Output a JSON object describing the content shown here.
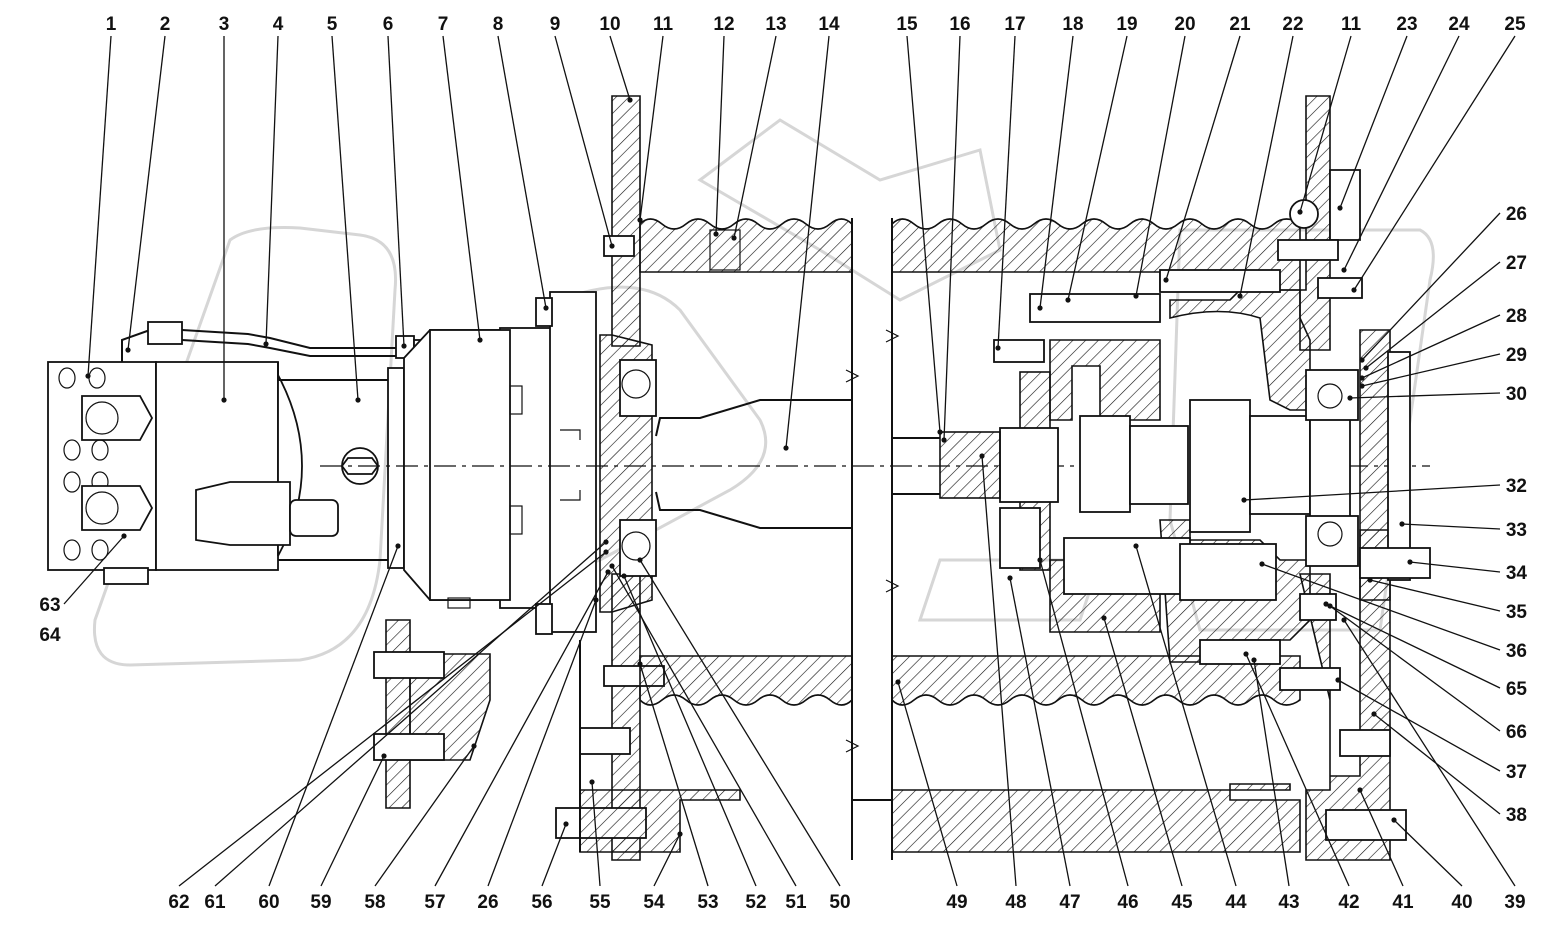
{
  "drawing": {
    "watermark": "OPEX",
    "top_callouts": [
      "1",
      "2",
      "3",
      "4",
      "5",
      "6",
      "7",
      "8",
      "9",
      "10",
      "11",
      "12",
      "13",
      "14",
      "15",
      "16",
      "17",
      "18",
      "19",
      "20",
      "21",
      "22",
      "11",
      "23",
      "24",
      "25"
    ],
    "right_callouts": [
      "26",
      "27",
      "28",
      "29",
      "30",
      "32",
      "33",
      "34",
      "35",
      "36",
      "65",
      "66",
      "37",
      "38"
    ],
    "bottom_callouts": [
      "62",
      "61",
      "60",
      "59",
      "58",
      "57",
      "26",
      "56",
      "55",
      "54",
      "53",
      "52",
      "51",
      "50",
      "49",
      "48",
      "47",
      "46",
      "45",
      "44",
      "43",
      "42",
      "41",
      "40",
      "39"
    ],
    "left_callouts": [
      "63",
      "64"
    ]
  }
}
